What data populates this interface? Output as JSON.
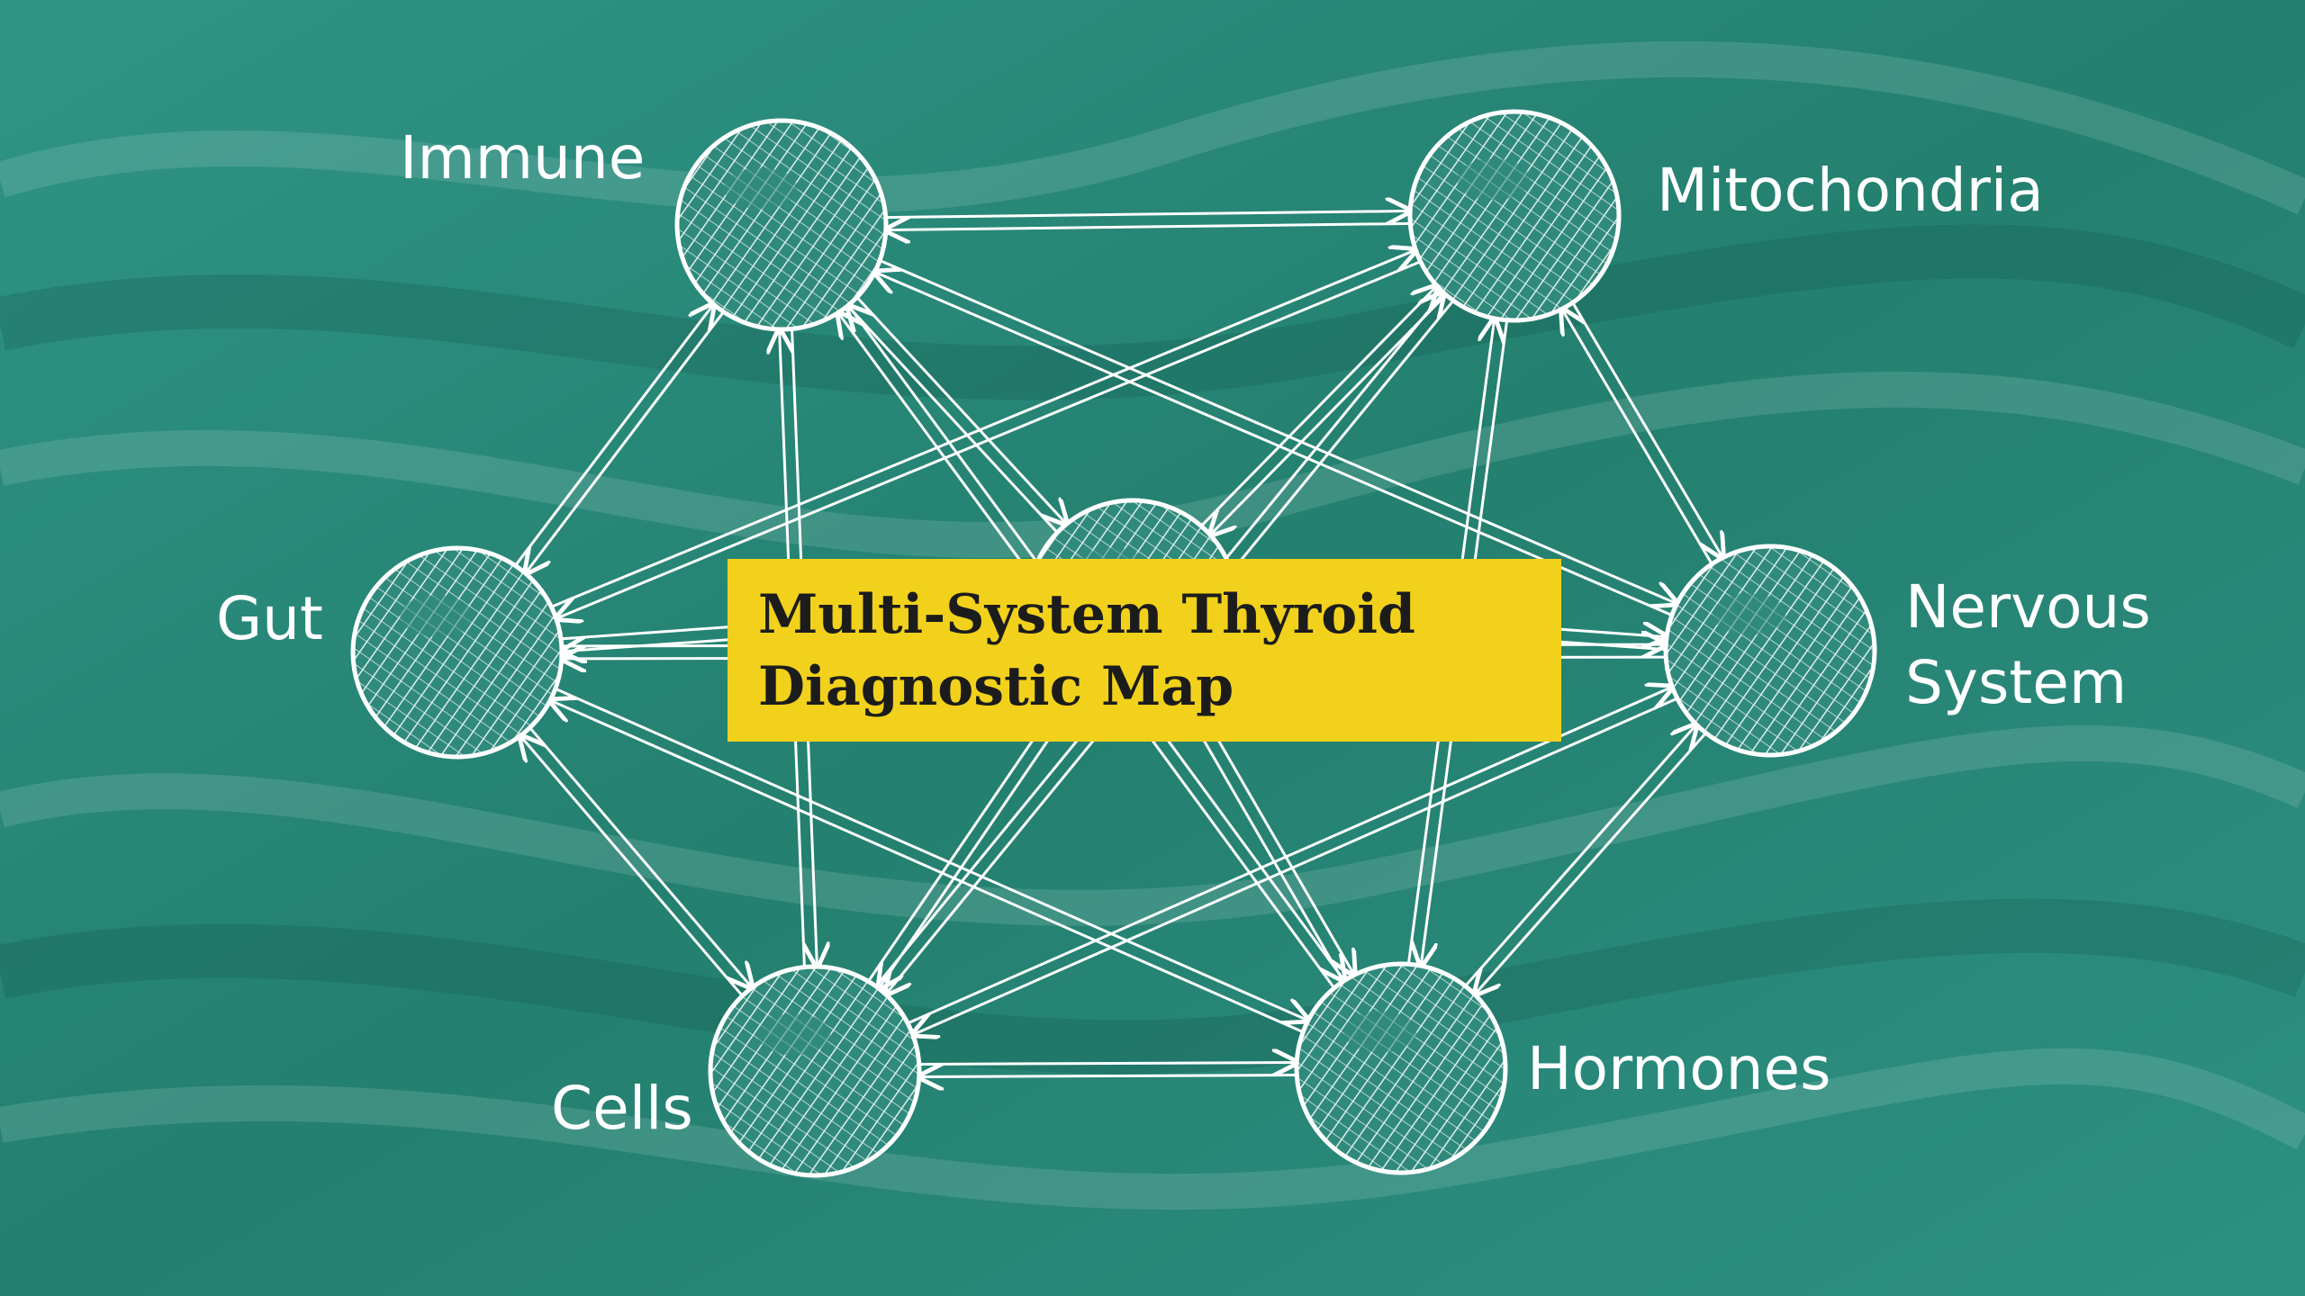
{
  "title": {
    "line1": "Multi-System Thyroid",
    "line2": "Diagnostic Map"
  },
  "nodes": [
    {
      "id": "immune",
      "label": "Immune"
    },
    {
      "id": "mitochondria",
      "label": "Mitochondria"
    },
    {
      "id": "gut",
      "label": "Gut"
    },
    {
      "id": "center",
      "label": ""
    },
    {
      "id": "nervous",
      "label": "Nervous\nSystem"
    },
    {
      "id": "cells",
      "label": "Cells"
    },
    {
      "id": "hormones",
      "label": "Hormones"
    }
  ],
  "edges": [
    [
      "immune",
      "mitochondria"
    ],
    [
      "immune",
      "gut"
    ],
    [
      "immune",
      "cells"
    ],
    [
      "immune",
      "nervous"
    ],
    [
      "immune",
      "hormones"
    ],
    [
      "immune",
      "center"
    ],
    [
      "mitochondria",
      "gut"
    ],
    [
      "mitochondria",
      "nervous"
    ],
    [
      "mitochondria",
      "cells"
    ],
    [
      "mitochondria",
      "hormones"
    ],
    [
      "mitochondria",
      "center"
    ],
    [
      "gut",
      "cells"
    ],
    [
      "gut",
      "nervous"
    ],
    [
      "gut",
      "hormones"
    ],
    [
      "gut",
      "center"
    ],
    [
      "nervous",
      "cells"
    ],
    [
      "nervous",
      "hormones"
    ],
    [
      "nervous",
      "center"
    ],
    [
      "cells",
      "hormones"
    ],
    [
      "cells",
      "center"
    ],
    [
      "hormones",
      "center"
    ]
  ],
  "colors": {
    "background": "#2a8a7e",
    "line": "#ffffff",
    "title_box": "#f1d11c",
    "title_text": "#1c1c1c"
  }
}
